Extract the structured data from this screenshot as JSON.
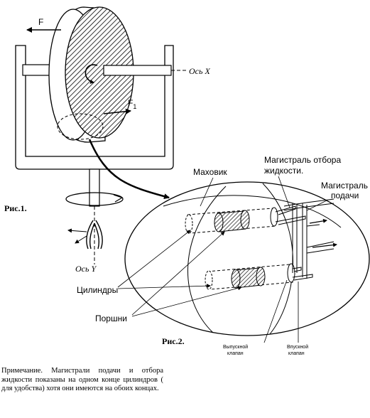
{
  "fig1": {
    "force_f": "F",
    "force_f1": "F",
    "force_f1_sub": "1",
    "axis_x": "Ось X",
    "axis_y": "Ось Y",
    "caption": "Рис.1."
  },
  "fig2": {
    "flywheel": "Маховик",
    "outlet_main": [
      "Магистраль отбора",
      "жидкости."
    ],
    "supply_main": [
      "Магистраль",
      "подачи"
    ],
    "cylinders": "Цилиндры",
    "pistons": "Поршни",
    "exhaust_valve": [
      "Выпускной",
      "клапан"
    ],
    "intake_valve": [
      "Впускной",
      "клапан"
    ],
    "caption": "Рис.2."
  },
  "note": "Примечание. Магистрали подачи и отбора жидкости показаны на одном конце цилиндров ( для удобства) хотя они имеются на обоих концах."
}
